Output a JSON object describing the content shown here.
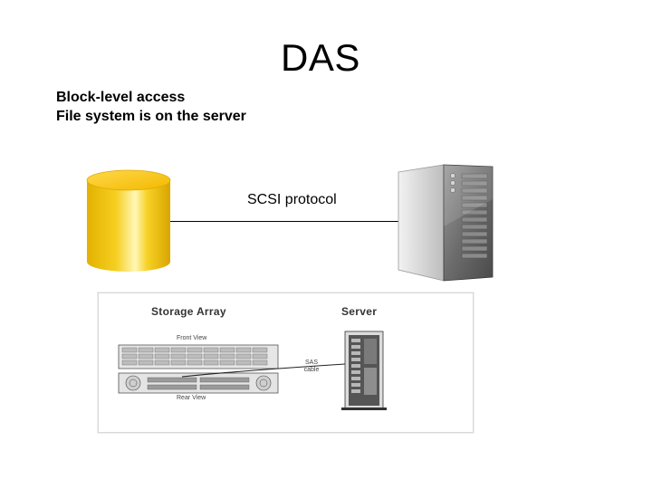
{
  "slide": {
    "title": "DAS",
    "bullets": [
      "Block-level access",
      "File system is on the server"
    ],
    "link_label": "SCSI protocol"
  },
  "figure": {
    "storage_heading": "Storage Array",
    "server_heading": "Server",
    "front_view": "Front View",
    "rear_view": "Rear View",
    "cable_label": "SAS cable"
  },
  "icons": {
    "disk": "database-cylinder-icon",
    "server": "server-tower-icon"
  },
  "colors": {
    "disk_yellow": "#f2c400",
    "disk_highlight": "#fff3a0",
    "server_gray": "#6f6f6f"
  }
}
